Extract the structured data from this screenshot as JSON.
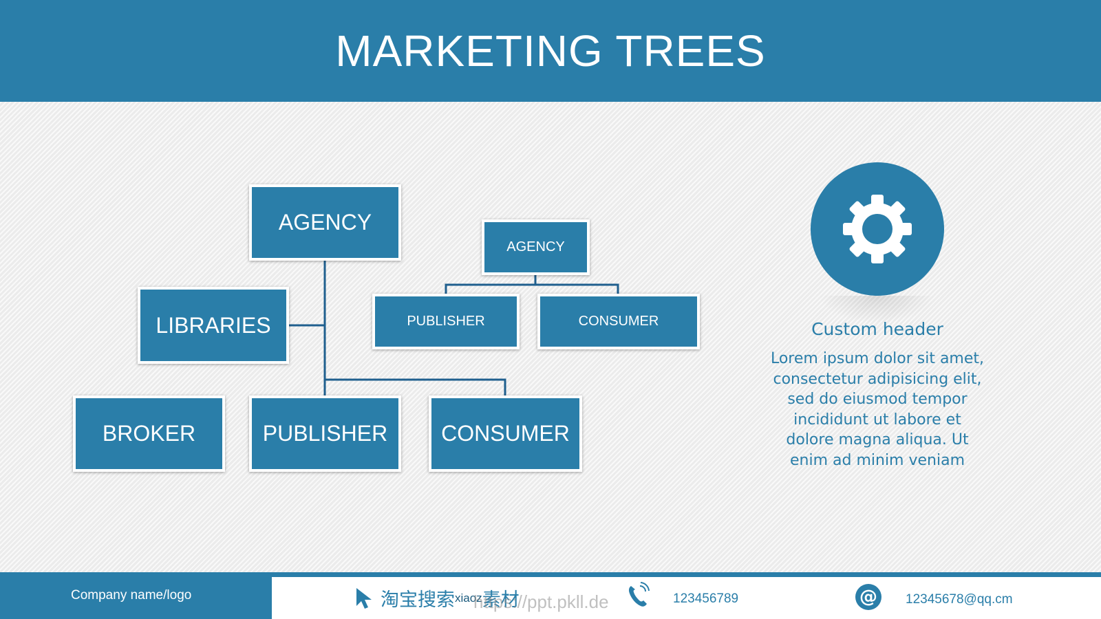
{
  "header": {
    "title": "MARKETING TREES"
  },
  "tree_large": {
    "root": "AGENCY",
    "branch": "LIBRARIES",
    "leaves": [
      "BROKER",
      "PUBLISHER",
      "CONSUMER"
    ]
  },
  "tree_small": {
    "root": "AGENCY",
    "children": [
      "PUBLISHER",
      "CONSUMER"
    ]
  },
  "info": {
    "icon": "gear-icon",
    "heading": "Custom header",
    "lines": [
      "Lorem ipsum dolor sit amet,",
      "consectetur adipisicing elit,",
      "sed do eiusmod tempor",
      "incididunt ut labore et",
      "dolore magna aliqua. Ut",
      "enim ad minim veniam"
    ]
  },
  "footer": {
    "company": "Company name/logo",
    "watermark_cn": "淘宝搜索",
    "watermark_mid": "xiaoz",
    "watermark_cn2": "素材",
    "watermark_url": "https://ppt.pkll.de",
    "phone": "123456789",
    "email": "12345678@qq.cm"
  },
  "colors": {
    "primary": "#2a7ea9",
    "background": "#f1f1f1",
    "text_light": "#ffffff"
  }
}
